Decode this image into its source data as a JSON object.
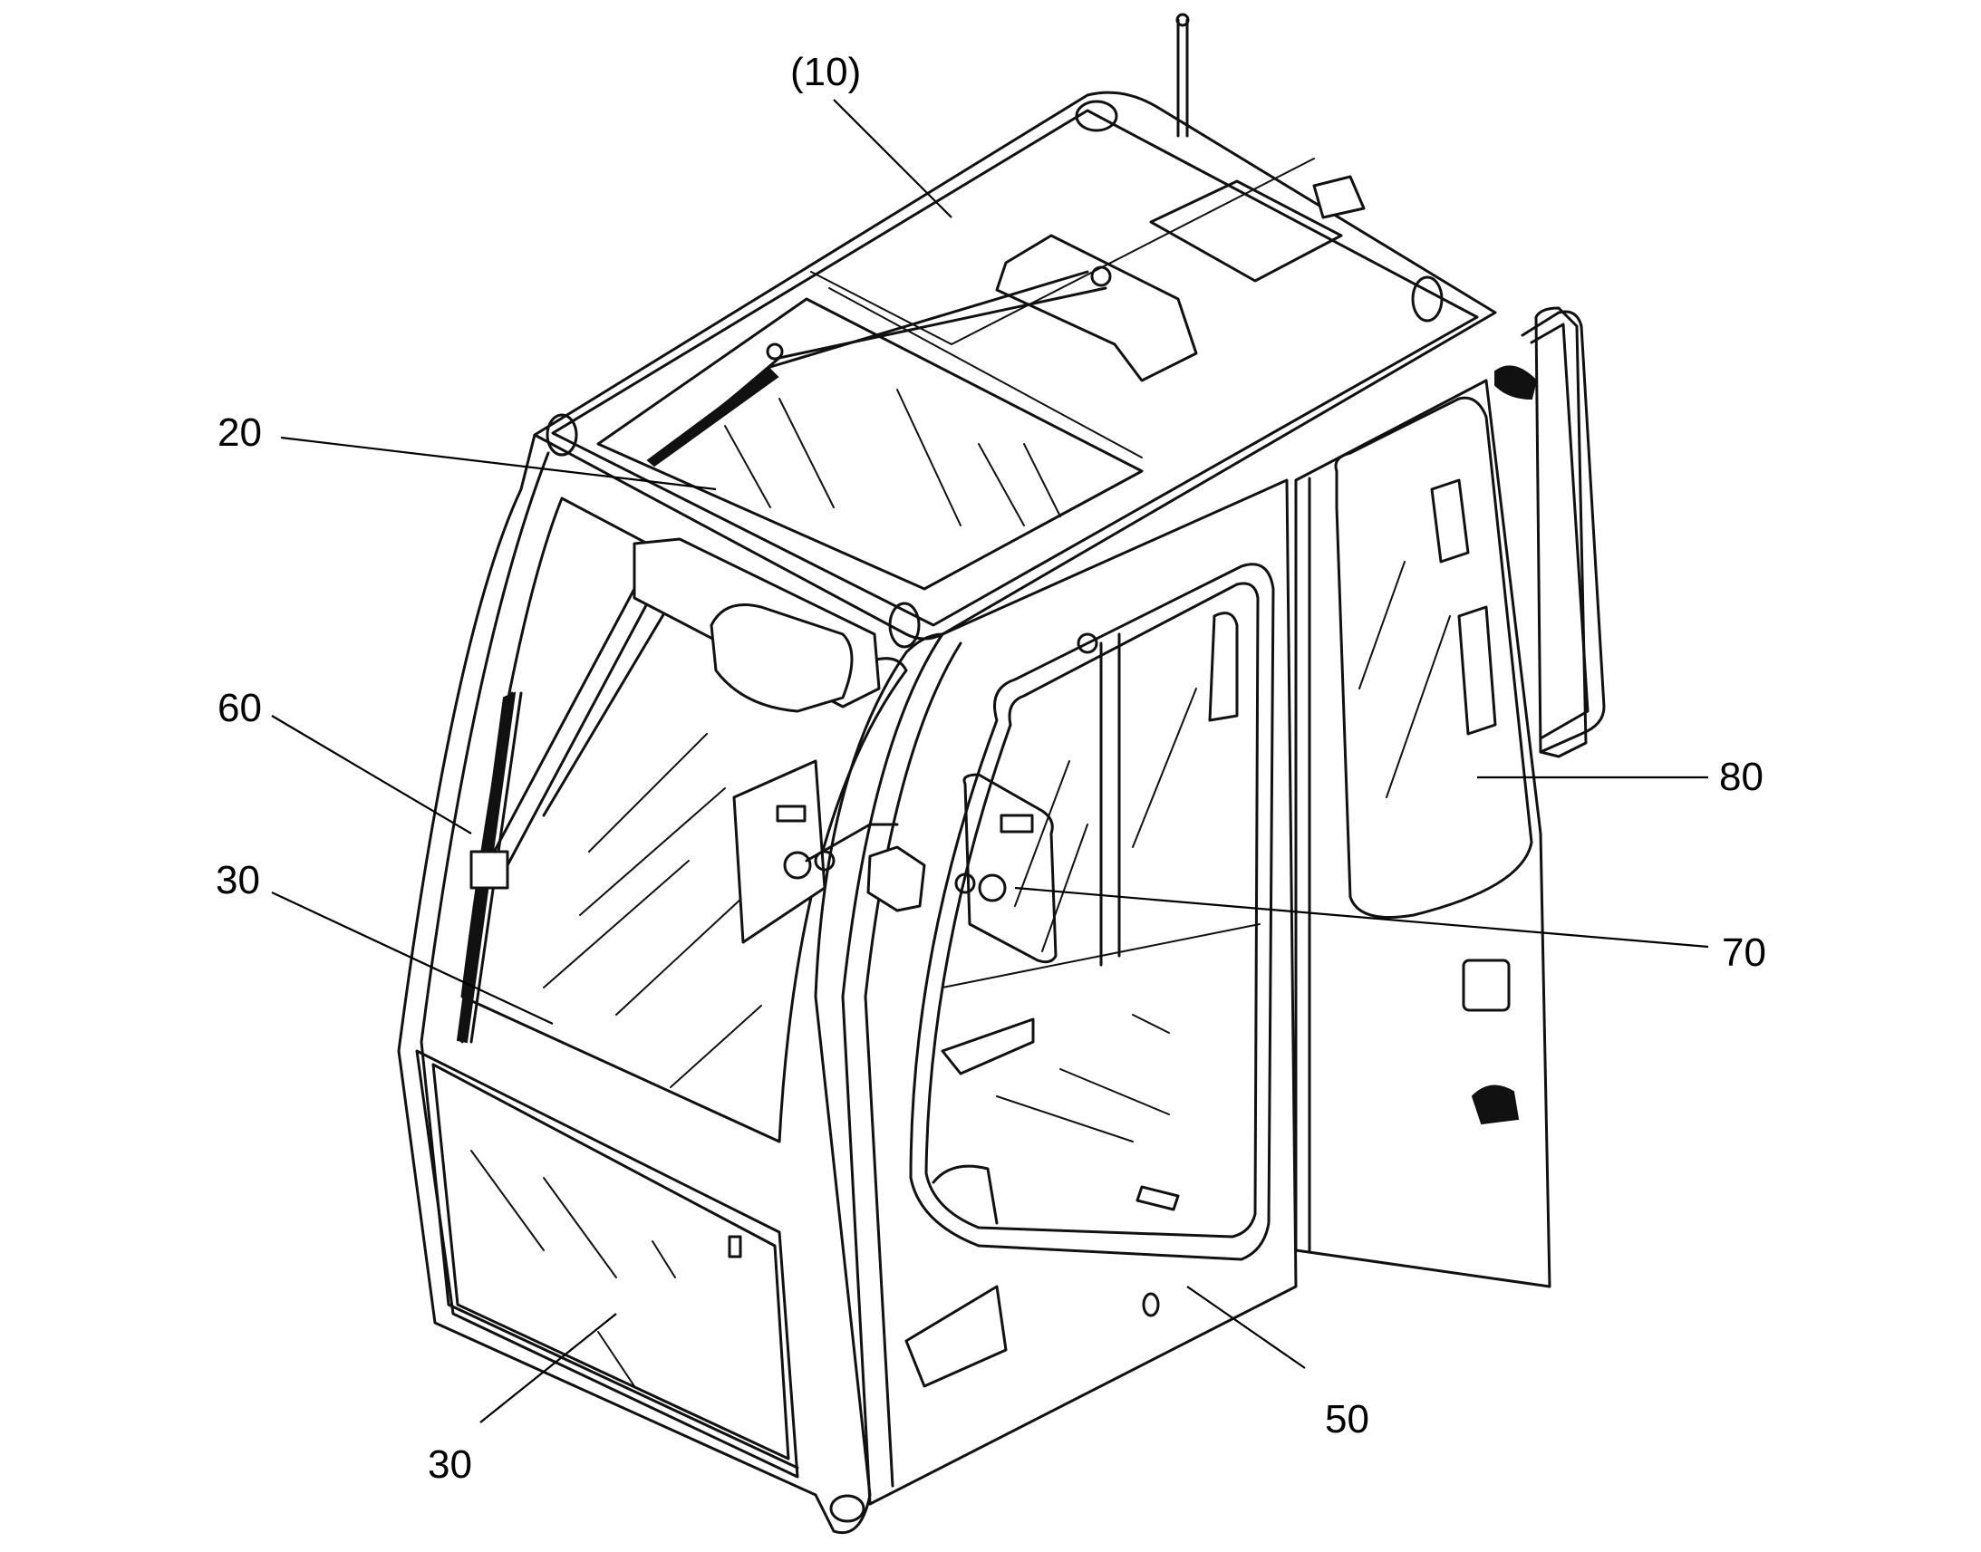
{
  "callouts": {
    "c10": "(10)",
    "c20": "20",
    "c60": "60",
    "c30a": "30",
    "c30b": "30",
    "c80": "80",
    "c70": "70",
    "c50": "50"
  }
}
